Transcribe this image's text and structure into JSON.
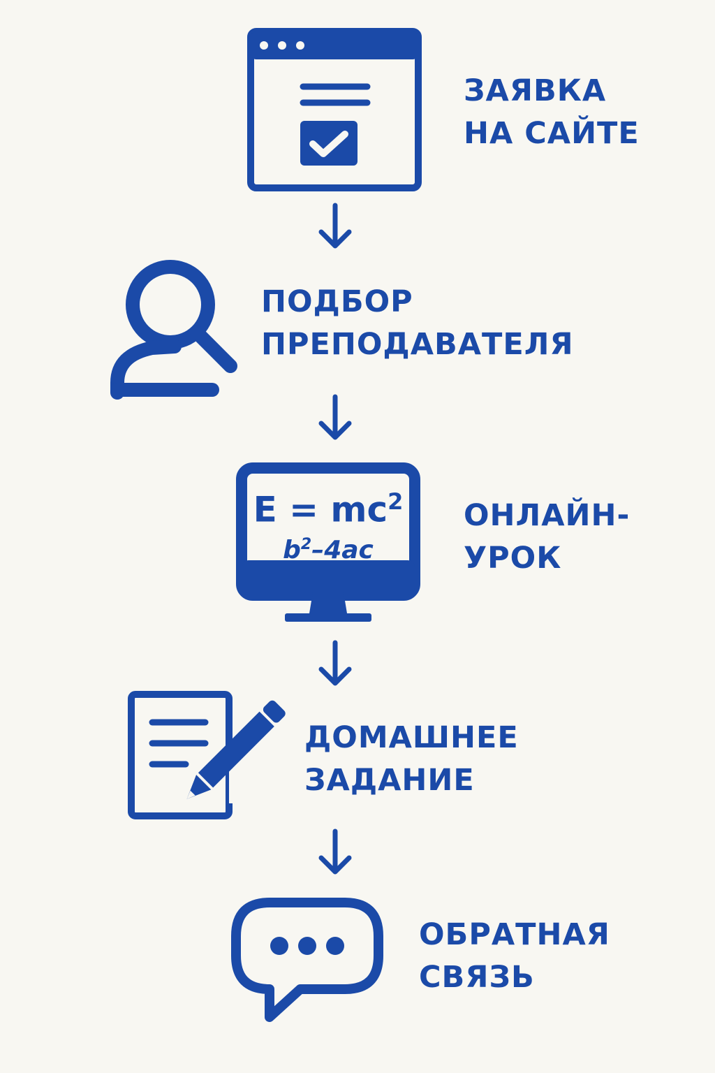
{
  "colors": {
    "primary": "#1b4aa8",
    "background": "#f8f7f2"
  },
  "steps": [
    {
      "icon": "browser-form-icon",
      "lines": [
        "ЗАЯВКА",
        "НА САЙТЕ"
      ]
    },
    {
      "icon": "user-search-icon",
      "lines": [
        "ПОДБОР",
        "ПРЕПОДАВАТЕЛЯ"
      ]
    },
    {
      "icon": "monitor-formula-icon",
      "lines": [
        "ОНЛАЙН-",
        "УРОК"
      ],
      "formula_line1": "E = mc",
      "formula_line1_sup": "2",
      "formula_line2": "b",
      "formula_line2_sup": "2",
      "formula_line2_rest": "–4ac"
    },
    {
      "icon": "document-pencil-icon",
      "lines": [
        "ДОМАШНЕЕ",
        "ЗАДАНИЕ"
      ]
    },
    {
      "icon": "chat-bubble-icon",
      "lines": [
        "ОБРАТНАЯ",
        "СВЯЗЬ"
      ]
    }
  ],
  "connectors": [
    {
      "from": 0,
      "to": 1,
      "icon": "arrow-down-icon"
    },
    {
      "from": 1,
      "to": 2,
      "icon": "arrow-down-icon"
    },
    {
      "from": 2,
      "to": 3,
      "icon": "arrow-down-icon"
    },
    {
      "from": 3,
      "to": 4,
      "icon": "arrow-down-icon"
    }
  ]
}
